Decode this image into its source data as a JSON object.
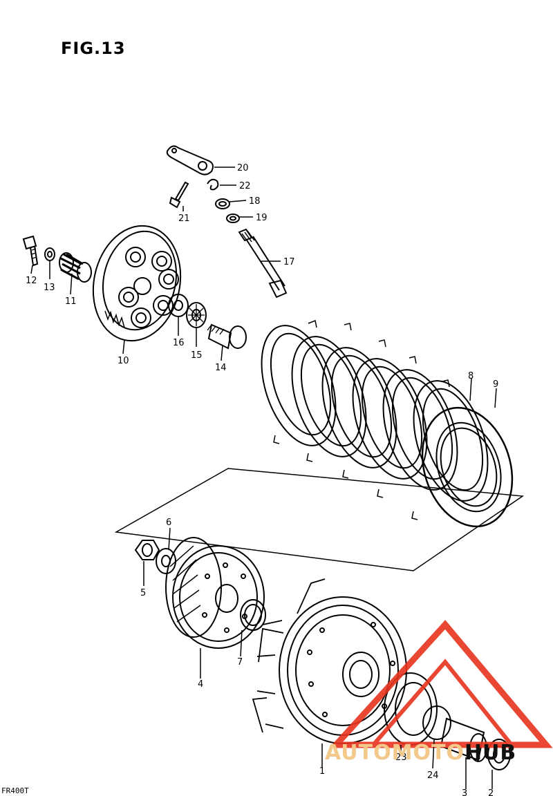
{
  "figure": {
    "title": "FIG.13"
  },
  "callouts": [
    {
      "id": "1",
      "label": "1"
    },
    {
      "id": "2",
      "label": "2"
    },
    {
      "id": "3",
      "label": "3"
    },
    {
      "id": "4",
      "label": "4"
    },
    {
      "id": "5",
      "label": "5"
    },
    {
      "id": "6",
      "label": "6"
    },
    {
      "id": "7",
      "label": "7"
    },
    {
      "id": "8",
      "label": "8"
    },
    {
      "id": "9",
      "label": "9"
    },
    {
      "id": "10",
      "label": "10"
    },
    {
      "id": "11",
      "label": "11"
    },
    {
      "id": "12",
      "label": "12"
    },
    {
      "id": "13",
      "label": "13"
    },
    {
      "id": "14",
      "label": "14"
    },
    {
      "id": "15",
      "label": "15"
    },
    {
      "id": "16",
      "label": "16"
    },
    {
      "id": "17",
      "label": "17"
    },
    {
      "id": "18",
      "label": "18"
    },
    {
      "id": "19",
      "label": "19"
    },
    {
      "id": "20",
      "label": "20"
    },
    {
      "id": "21",
      "label": "21"
    },
    {
      "id": "22",
      "label": "22"
    },
    {
      "id": "23",
      "label": "23"
    },
    {
      "id": "24",
      "label": "24"
    }
  ],
  "watermark": {
    "part1": "AUTOMOTO",
    "part2": "HUB",
    "logo_color": "#e8331f",
    "text_color": "#f2c98a"
  },
  "footer": {
    "code": "FR400T"
  }
}
